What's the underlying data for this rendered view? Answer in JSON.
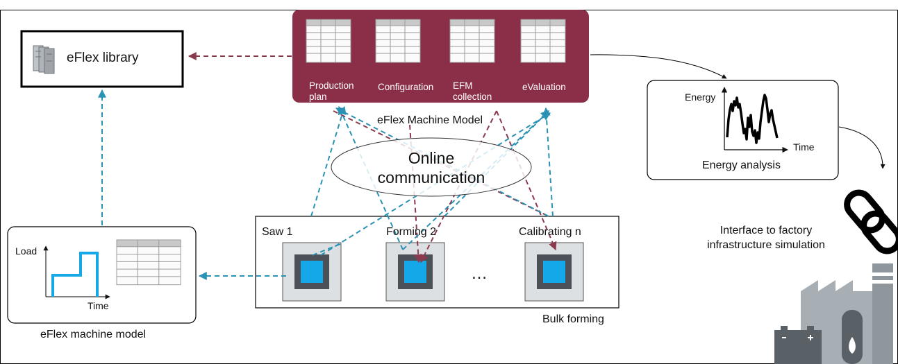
{
  "library": {
    "label": "eFlex library"
  },
  "machine_model_panel": {
    "title": "eFlex Machine Model",
    "items": [
      {
        "label": "Production plan"
      },
      {
        "label": "Configuration"
      },
      {
        "label": "EFM collection"
      },
      {
        "label": "eValuation"
      }
    ]
  },
  "online": {
    "label": "Online communication"
  },
  "energy_analysis": {
    "y_label": "Energy",
    "x_label": "Time",
    "caption": "Energy analysis"
  },
  "interface": {
    "label": "Interface to factory infrastructure simulation"
  },
  "machine_model": {
    "y_label": "Load",
    "x_label": "Time",
    "caption": "eFlex machine model"
  },
  "bulk_forming": {
    "label": "Bulk forming",
    "machines": [
      {
        "label": "Saw 1"
      },
      {
        "label": "Forming 2"
      },
      {
        "label": "Calibrating n"
      }
    ],
    "ellipsis": "…"
  },
  "colors": {
    "panel": "#8b2e48",
    "teal_arrow": "#2a93b5",
    "maroon_arrow": "#8b3a4e",
    "machine_blue": "#14a8e8",
    "machine_dark": "#4c5157",
    "factory_gray": "#8f979d"
  }
}
